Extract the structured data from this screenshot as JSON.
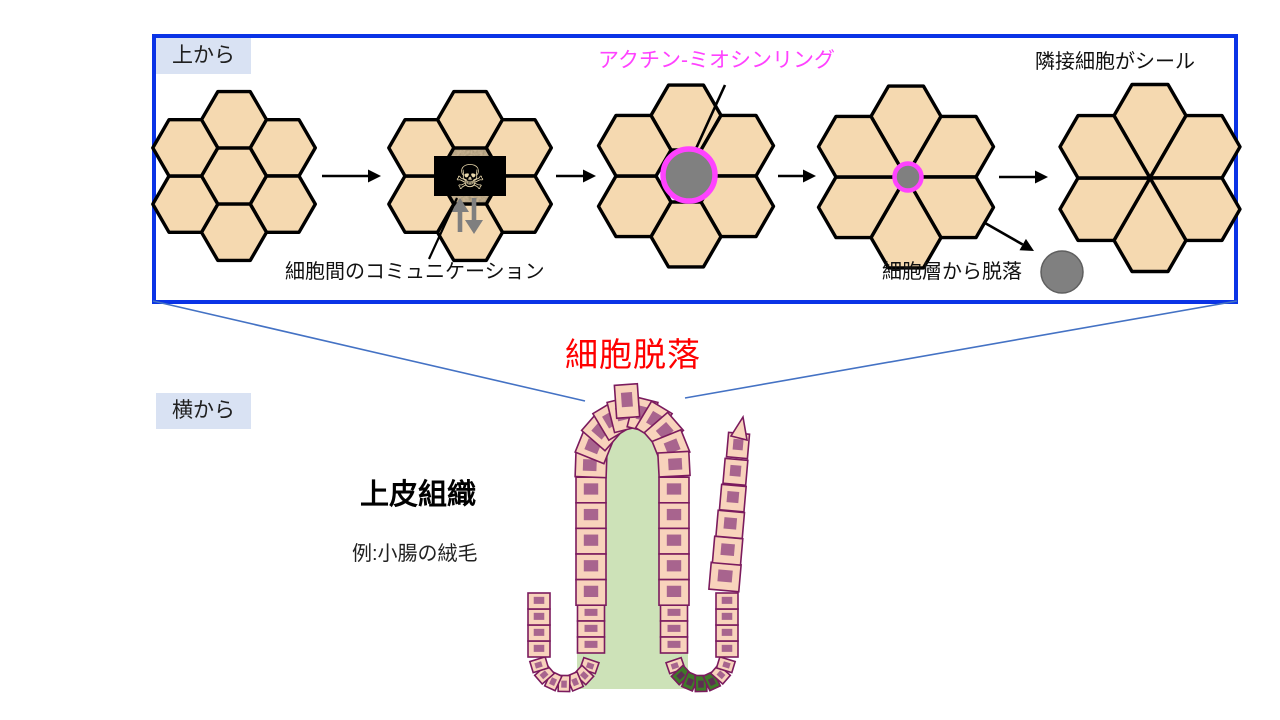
{
  "slide": {
    "top_panel_label": "上から",
    "side_panel_label": "横から",
    "actin_ring_label": "アクチン-ミオシンリング",
    "seal_label": "隣接細胞がシール",
    "communication_label": "細胞間のコミュニケーション",
    "detach_label": "細胞層から脱落",
    "extrusion_title": "細胞脱落",
    "tissue_heading": "上皮組織",
    "tissue_example": "例:小腸の絨毛",
    "skull_icon": "☠"
  },
  "colors": {
    "panel_border_blue": "#0a33e6",
    "label_bg_blue": "#d9e2f3",
    "hex_fill": "#f5d9b0",
    "hex_stroke": "#000000",
    "dying_cell_fill": "#c6b190",
    "poison_box_black": "#000000",
    "skull_tint": "#e9d8ac",
    "comm_arrow_gray": "#7f7f7f",
    "ring_magenta": "#ff42ff",
    "extruded_cell_gray": "#808080",
    "extruded_cell_edge": "#5f5f5f",
    "pointer_blue": "#4472c4",
    "arrow_black": "#000000",
    "villus_cell_fill": "#f8d3bc",
    "villus_cell_stroke": "#7b1b5e",
    "villus_nucleus": "#a8648e",
    "crypt_nucleus": "#5c2f52",
    "villus_core_green": "#cde2b8",
    "crypt_cell_green": "#3e7a28"
  }
}
